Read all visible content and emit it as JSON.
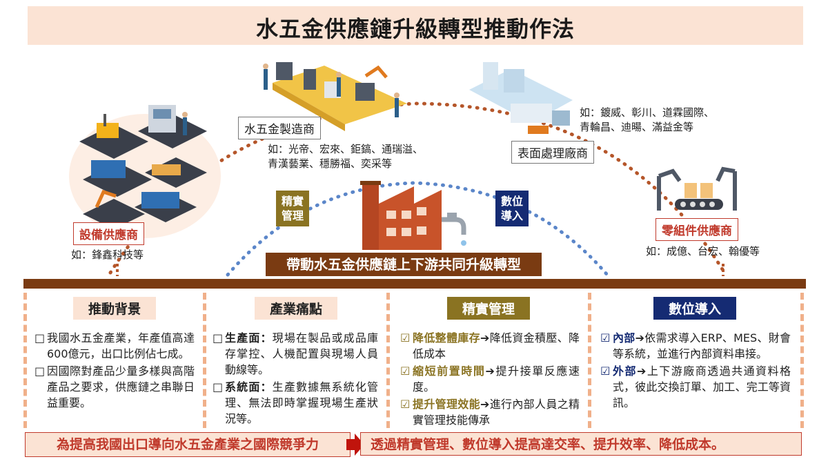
{
  "title": "水五金供應鏈升級轉型推動作法",
  "chain": {
    "equipment": {
      "label": "設備供應商",
      "examples": "如：鋒鑫科技等"
    },
    "manufacturer": {
      "label": "水五金製造商",
      "examples_line1": "如：光帝、宏來、鉅鎬、通瑞溢、",
      "examples_line2": "青漢藝業、穩勝福、奕采等"
    },
    "surface": {
      "label": "表面處理廠商",
      "examples_line1": "如：鍍威、彰川、道霖國際、",
      "examples_line2": "青輪昌、迪暘、滿益金等"
    },
    "parts": {
      "label": "零組件供應商",
      "examples": "如：成億、台宏、翰優等"
    }
  },
  "tags": {
    "lean_l1": "精實",
    "lean_l2": "管理",
    "digital_l1": "數位",
    "digital_l2": "導入"
  },
  "center_banner": "帶動水五金供應鏈上下游共同升級轉型",
  "columns": {
    "background": {
      "heading": "推動背景",
      "items": [
        {
          "marker": "□",
          "text": "我國水五金產業，年產值高達600億元，出口比例佔七成。"
        },
        {
          "marker": "□",
          "text": "因國際對產品少量多樣與高階產品之要求，供應鏈之串聯日益重要。"
        }
      ]
    },
    "pain": {
      "heading": "產業痛點",
      "items": [
        {
          "marker": "□",
          "bold": "生產面：",
          "text": "現場在製品或成品庫存掌控、人機配置與現場人員動線等。"
        },
        {
          "marker": "□",
          "bold": "系統面：",
          "text": "生產數據無系統化管理、無法即時掌握現場生產狀況等。"
        }
      ]
    },
    "lean": {
      "heading": "精實管理",
      "items": [
        {
          "marker": "☑",
          "bold": "降低整體庫存",
          "arrow": "➔",
          "text": "降低資金積壓、降低成本"
        },
        {
          "marker": "☑",
          "bold": "縮短前置時間",
          "arrow": "➔",
          "text": "提升接單反應速度。"
        },
        {
          "marker": "☑",
          "bold": "提升管理效能",
          "arrow": "➔",
          "text": "進行內部人員之精實管理技能傳承"
        }
      ]
    },
    "digital": {
      "heading": "數位導入",
      "items": [
        {
          "marker": "☑",
          "bold": "內部",
          "arrow": "➔",
          "text": "依需求導入ERP、MES、財會等系統，並進行內部資料串接。"
        },
        {
          "marker": "☑",
          "bold": "外部",
          "arrow": "➔",
          "text": "上下游廠商透過共通資料格式，彼此交換訂單、加工、完工等資訊。"
        }
      ]
    }
  },
  "bottom": {
    "left": "為提高我國出口導向水五金產業之國際競爭力",
    "right": "透過精實管理、數位導入提高達交率、提升效率、降低成本。"
  },
  "colors": {
    "brown": "#7a3b12",
    "beige": "#fbe3d4",
    "gold": "#8a7322",
    "navy": "#152b73",
    "red": "#c0392b"
  }
}
